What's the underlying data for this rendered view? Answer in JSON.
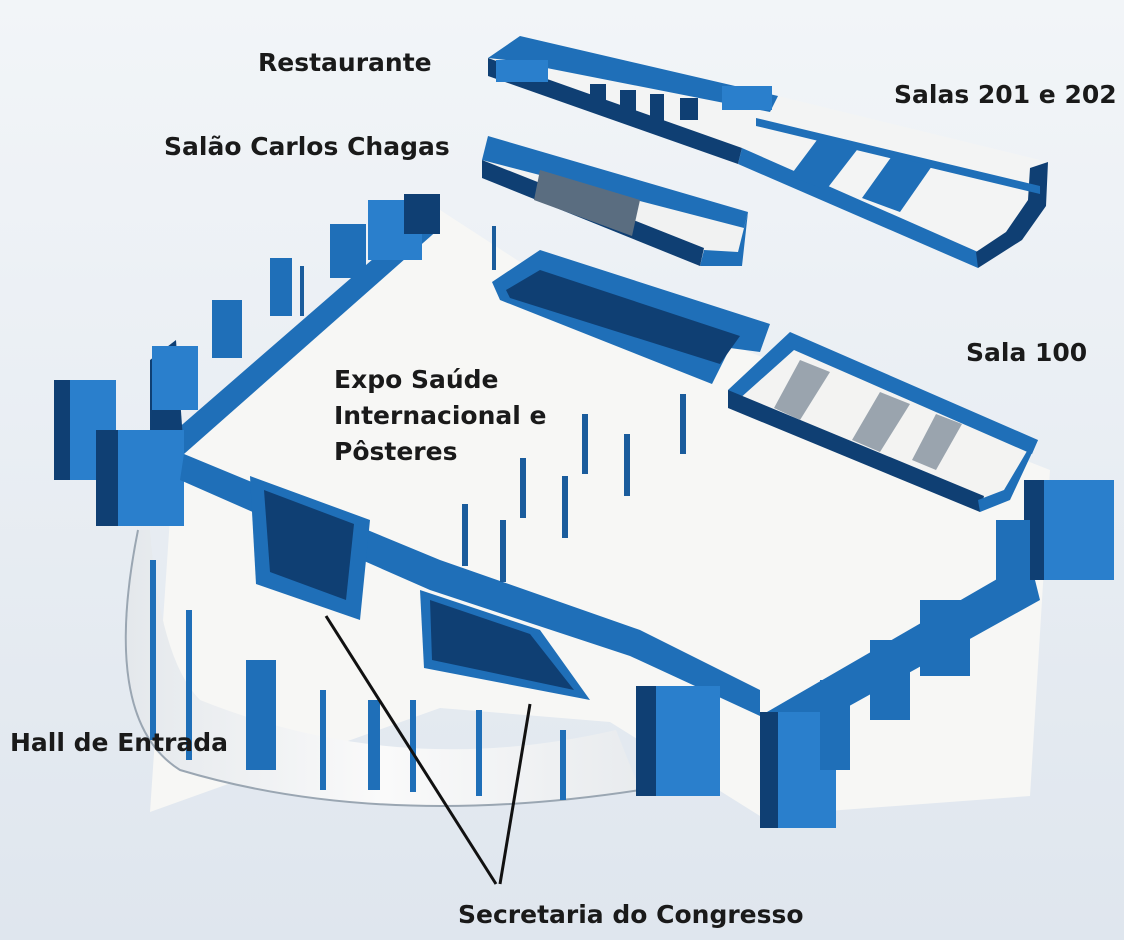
{
  "labels": {
    "restaurante": "Restaurante",
    "salas_201_202": "Salas 201 e 202",
    "salao_carlos_chagas": "Salão Carlos Chagas",
    "sala_100": "Sala 100",
    "expo_line1": "Expo Saúde",
    "expo_line2": "Internacional e",
    "expo_line3": "Pôsteres",
    "hall_de_entrada": "Hall de Entrada",
    "secretaria": "Secretaria do Congresso"
  },
  "colors": {
    "background": "#eef2f6",
    "wall_blue": "#1f6fb8",
    "wall_dark": "#0f3f73",
    "floor": "#f7f7f5",
    "text": "#1a1a1a"
  }
}
